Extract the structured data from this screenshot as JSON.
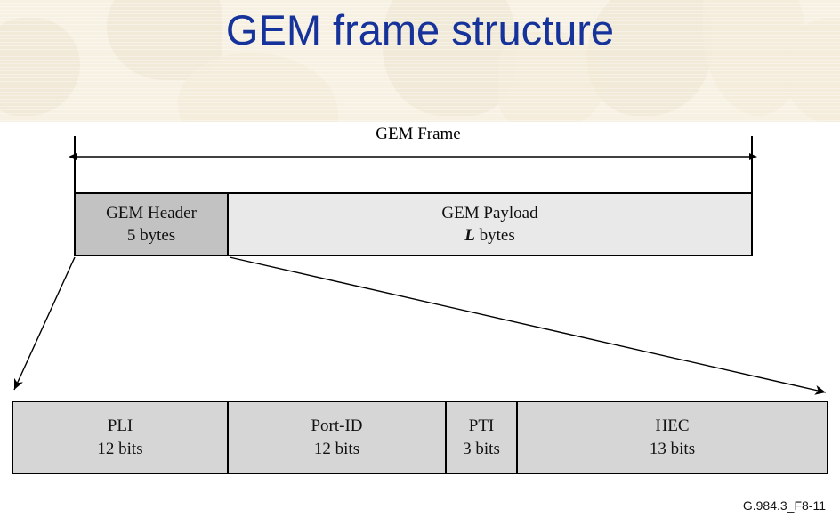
{
  "slide": {
    "title": "GEM frame structure",
    "title_color": "#16329b",
    "band_color": "#f7f1e3",
    "background_color": "#ffffff"
  },
  "figure": {
    "dimension_label": "GEM Frame",
    "frame_row": [
      {
        "name": "gem-header",
        "line1": "GEM Header",
        "line2": "5 bytes",
        "fill": "#c2c2c2"
      },
      {
        "name": "gem-payload",
        "line1": "GEM Payload",
        "line2_prefix": "L",
        "line2_suffix": " bytes",
        "fill": "#e9e9e9"
      }
    ],
    "header_fields": [
      {
        "name": "pli",
        "line1": "PLI",
        "line2": "12 bits"
      },
      {
        "name": "port-id",
        "line1": "Port-ID",
        "line2": "12 bits"
      },
      {
        "name": "pti",
        "line1": "PTI",
        "line2": "3 bits"
      },
      {
        "name": "hec",
        "line1": "HEC",
        "line2": "13 bits"
      }
    ],
    "field_fill": "#d6d6d6",
    "caption": "G.984.3_F8-11"
  }
}
